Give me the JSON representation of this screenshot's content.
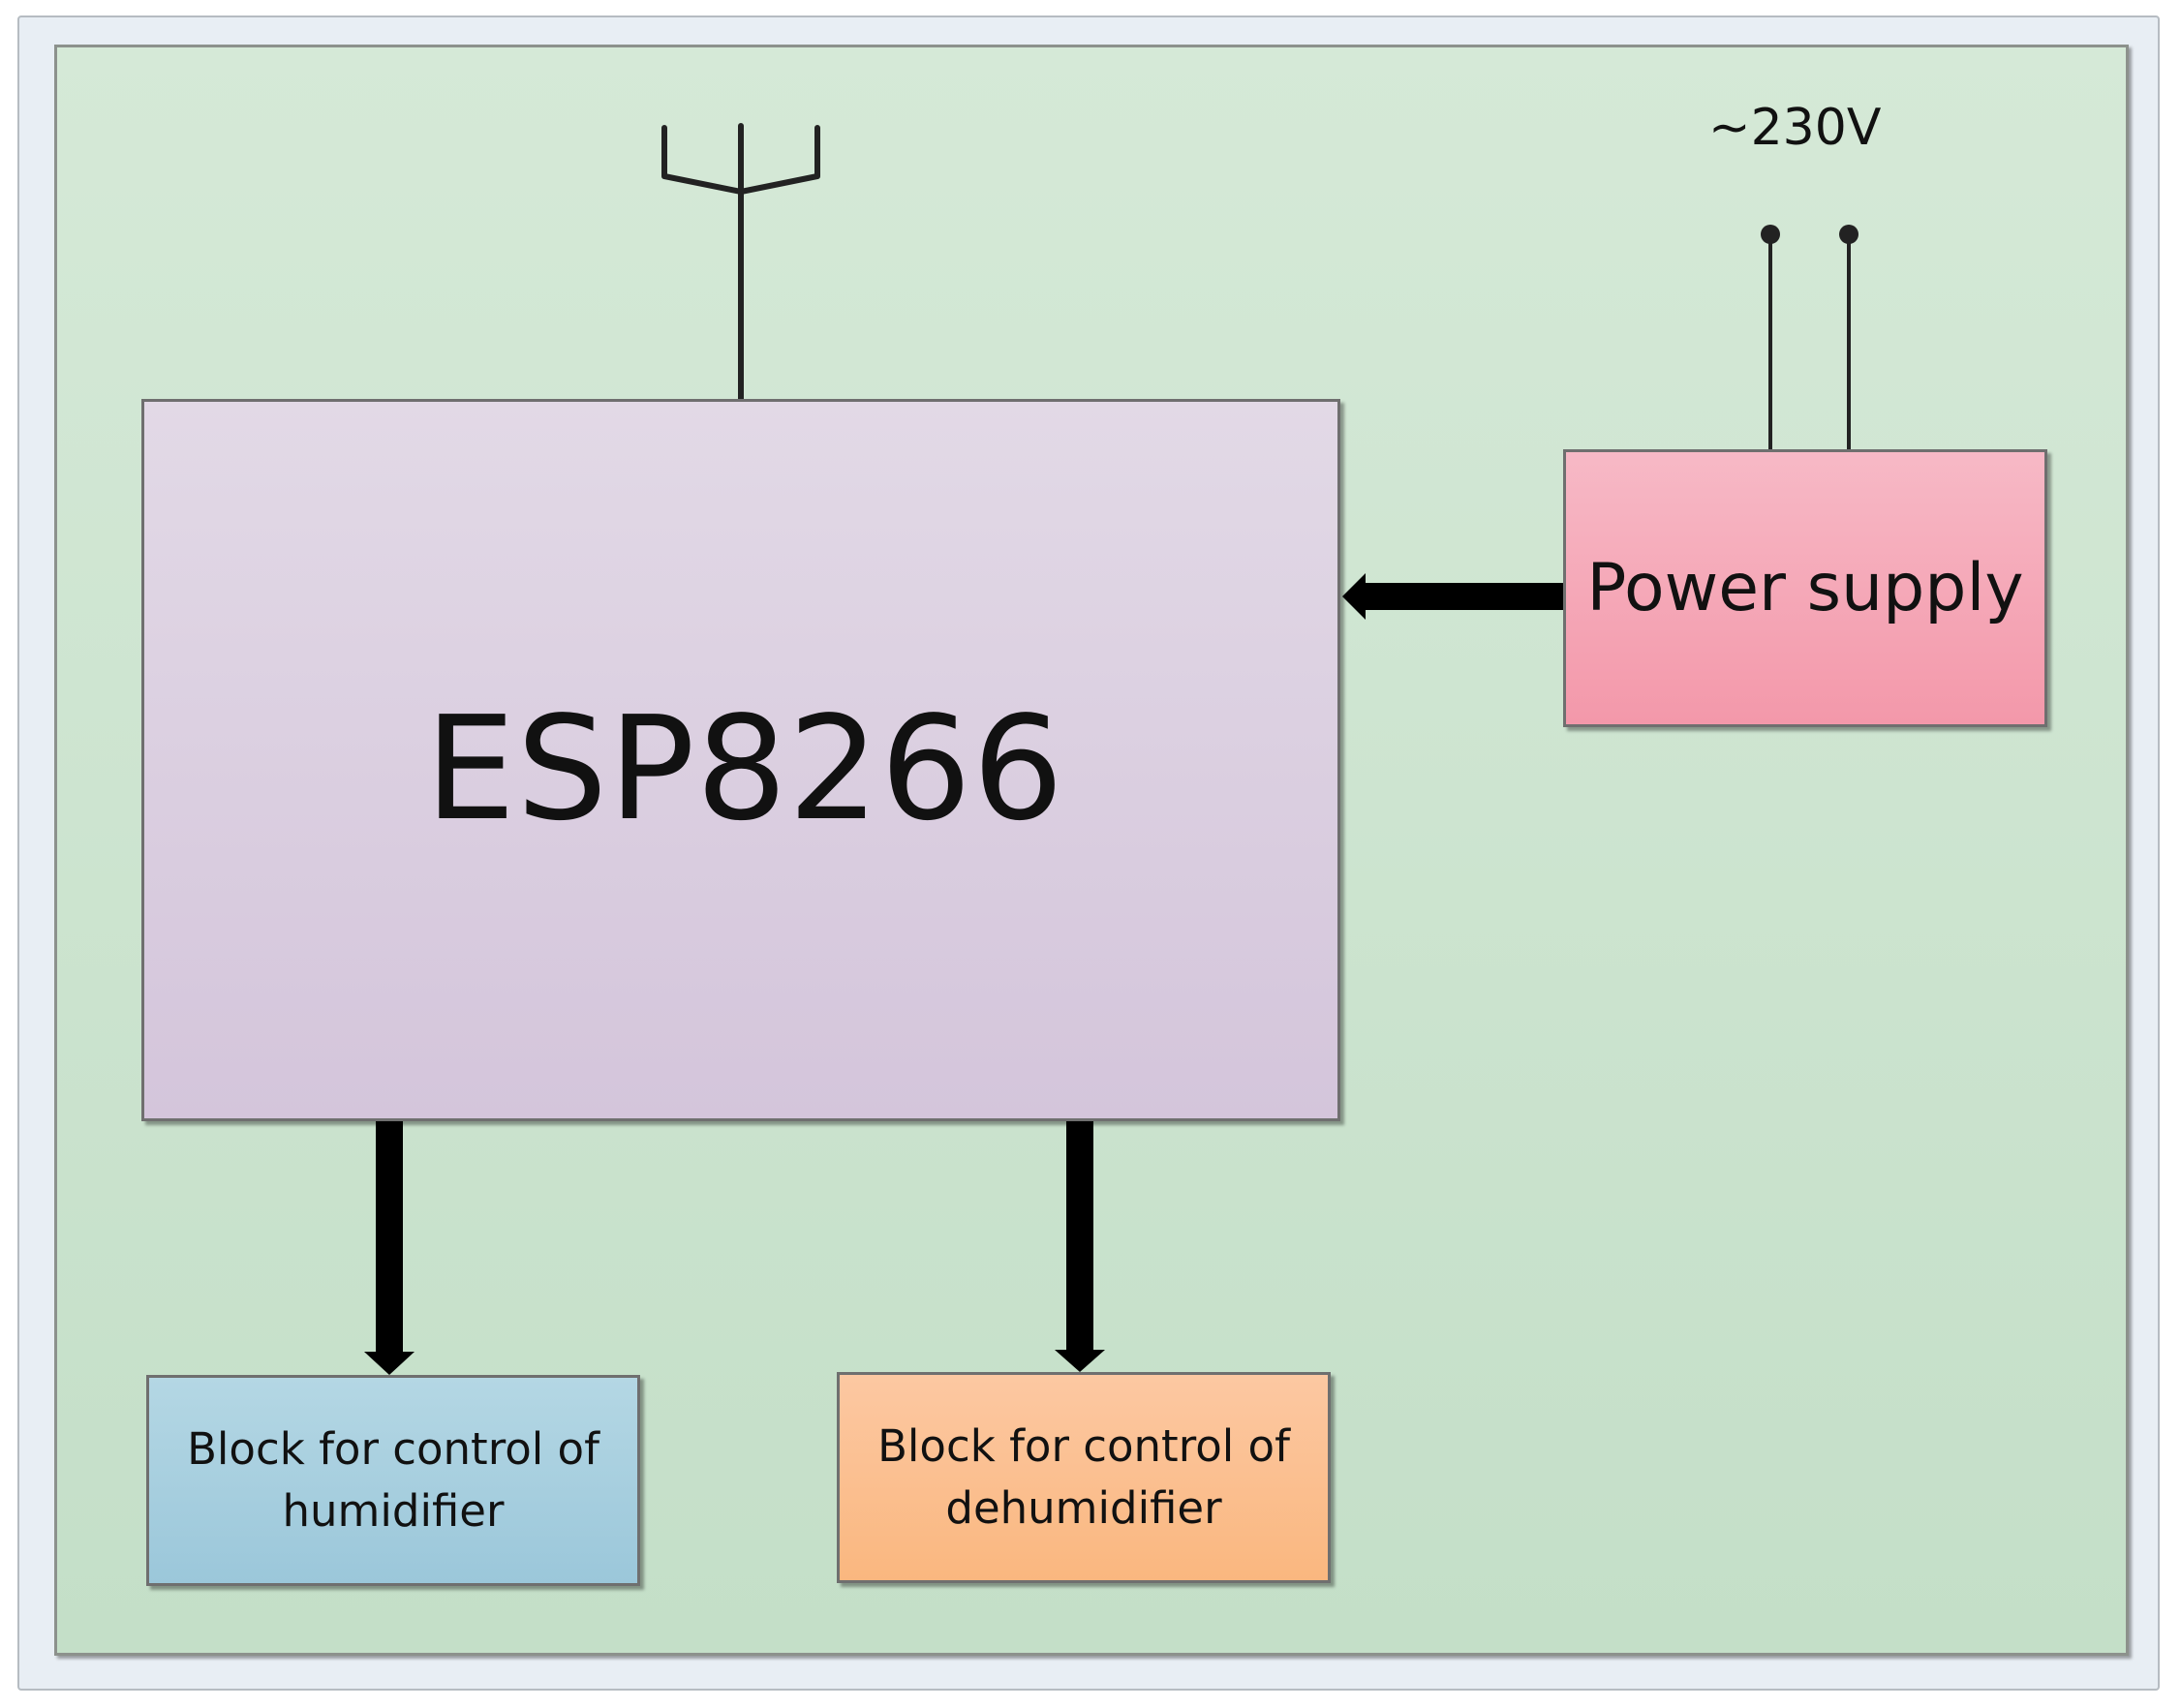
{
  "blocks": {
    "esp": {
      "label": "ESP8266"
    },
    "power_supply": {
      "label": "Power supply"
    },
    "humidifier": {
      "line1": "Block for control of",
      "line2": "humidifier"
    },
    "dehumidifier": {
      "line1": "Block for control of",
      "line2": "dehumidifier"
    }
  },
  "mains": {
    "label": "~230V"
  },
  "colors": {
    "background": "#c8e2cb",
    "esp": "#dacde0",
    "power_supply": "#f5a8b8",
    "humidifier": "#a7cfdf",
    "dehumidifier": "#fbbf8e",
    "connector": "#000000"
  },
  "icons": {
    "antenna": "antenna-icon",
    "terminal": "terminal-dot-icon"
  }
}
